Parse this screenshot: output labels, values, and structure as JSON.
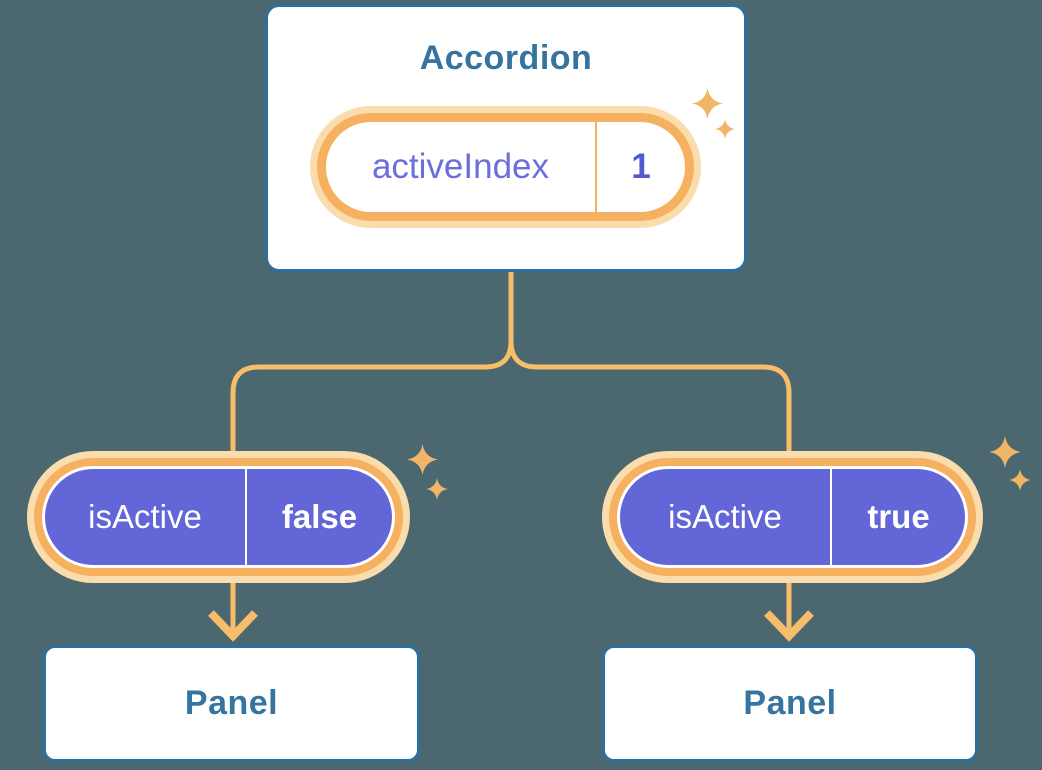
{
  "diagram": {
    "root": {
      "title": "Accordion",
      "state": {
        "name": "activeIndex",
        "value": "1"
      }
    },
    "children": [
      {
        "prop": {
          "name": "isActive",
          "value": "false"
        },
        "panel": {
          "label": "Panel"
        }
      },
      {
        "prop": {
          "name": "isActive",
          "value": "true"
        },
        "panel": {
          "label": "Panel"
        }
      }
    ],
    "colors": {
      "background": "#4b6871",
      "card_border": "#2d6f9e",
      "heading_text": "#35749e",
      "connector": "#f7bd68",
      "pill_ring": "#f5b160",
      "pill_halo": "#fbdcac",
      "prop_fill": "#6266d7",
      "state_text": "#6a6fdc",
      "state_value_text": "#5459d2",
      "sparkle": "#f0b566"
    }
  }
}
